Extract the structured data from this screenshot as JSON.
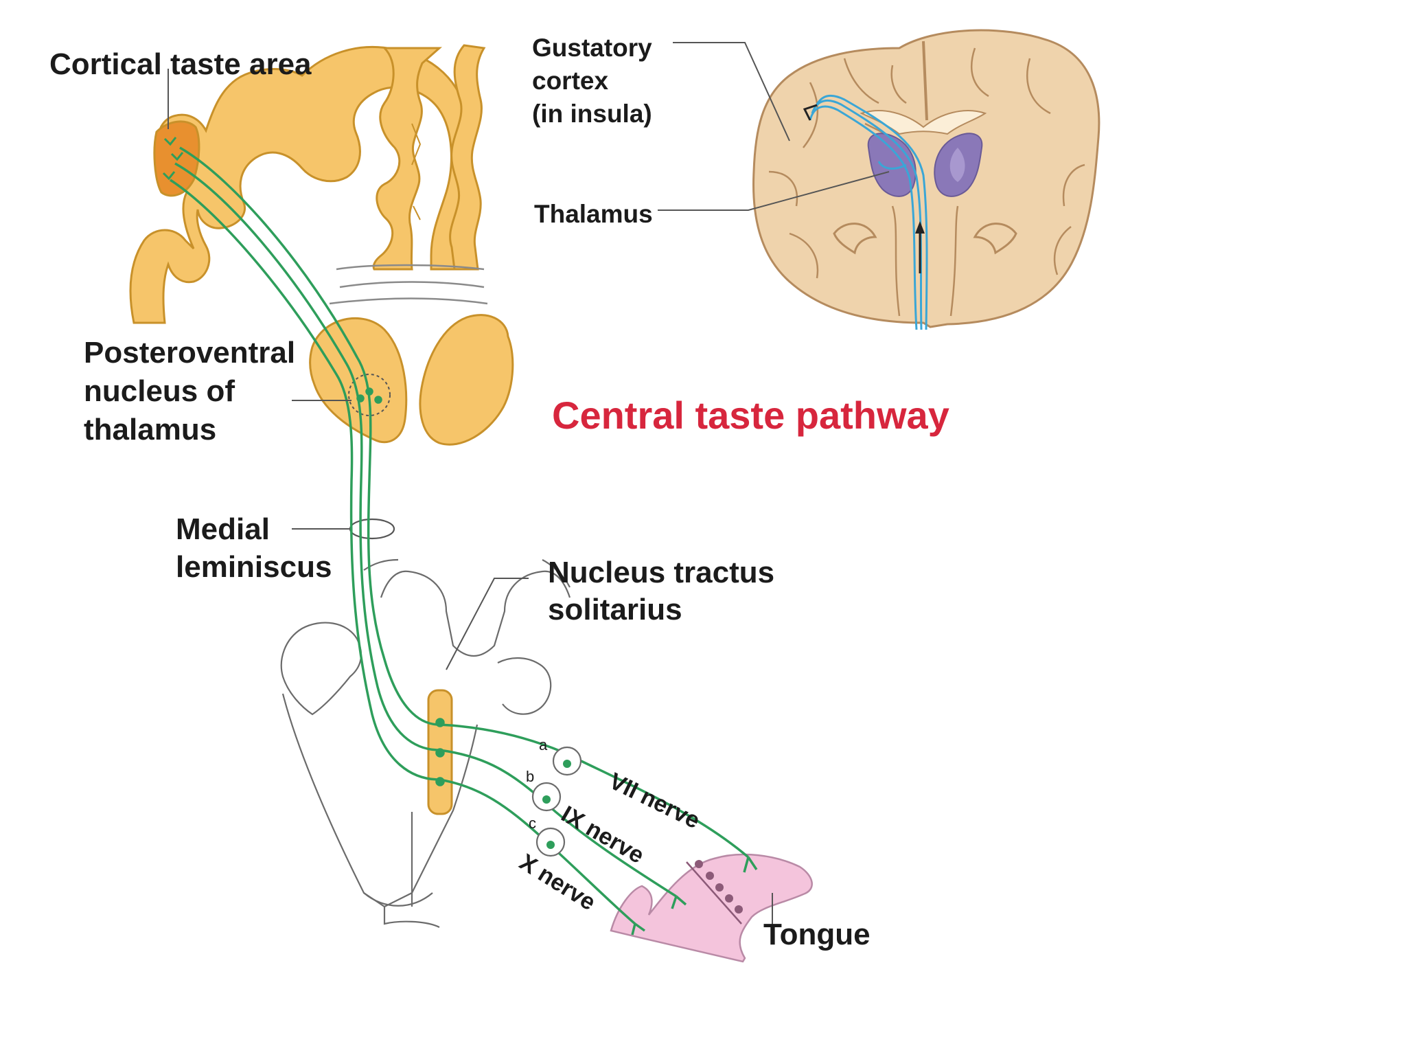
{
  "title": "Central taste pathway",
  "labels": {
    "cortical_taste_area": "Cortical taste area",
    "gustatory_line1": "Gustatory",
    "gustatory_line2": "cortex",
    "gustatory_line3": "(in insula)",
    "thalamus": "Thalamus",
    "posteroventral_line1": "Posteroventral",
    "posteroventral_line2": "nucleus of",
    "posteroventral_line3": "thalamus",
    "medial_line1": "Medial",
    "medial_line2": "leminiscus",
    "nts_line1": "Nucleus tractus",
    "nts_line2": "solitarius",
    "vii_nerve": "VII nerve",
    "ix_nerve": "IX nerve",
    "x_nerve": "X nerve",
    "tongue": "Tongue",
    "ganglion_a": "a",
    "ganglion_b": "b",
    "ganglion_c": "c"
  },
  "colors": {
    "title": "#d7263d",
    "pathway_green": "#2e9e5b",
    "cortex_fill": "#f6c56a",
    "cortex_stroke": "#c8912a",
    "taste_area": "#e8902f",
    "tongue_fill": "#f4c4dc",
    "tongue_stroke": "#b98aa6",
    "thalamus_purple": "#8a78b8",
    "insula_tract_blue": "#3aa6d6",
    "brain_fill": "#efd3ac",
    "brain_stroke": "#b58b5e"
  }
}
